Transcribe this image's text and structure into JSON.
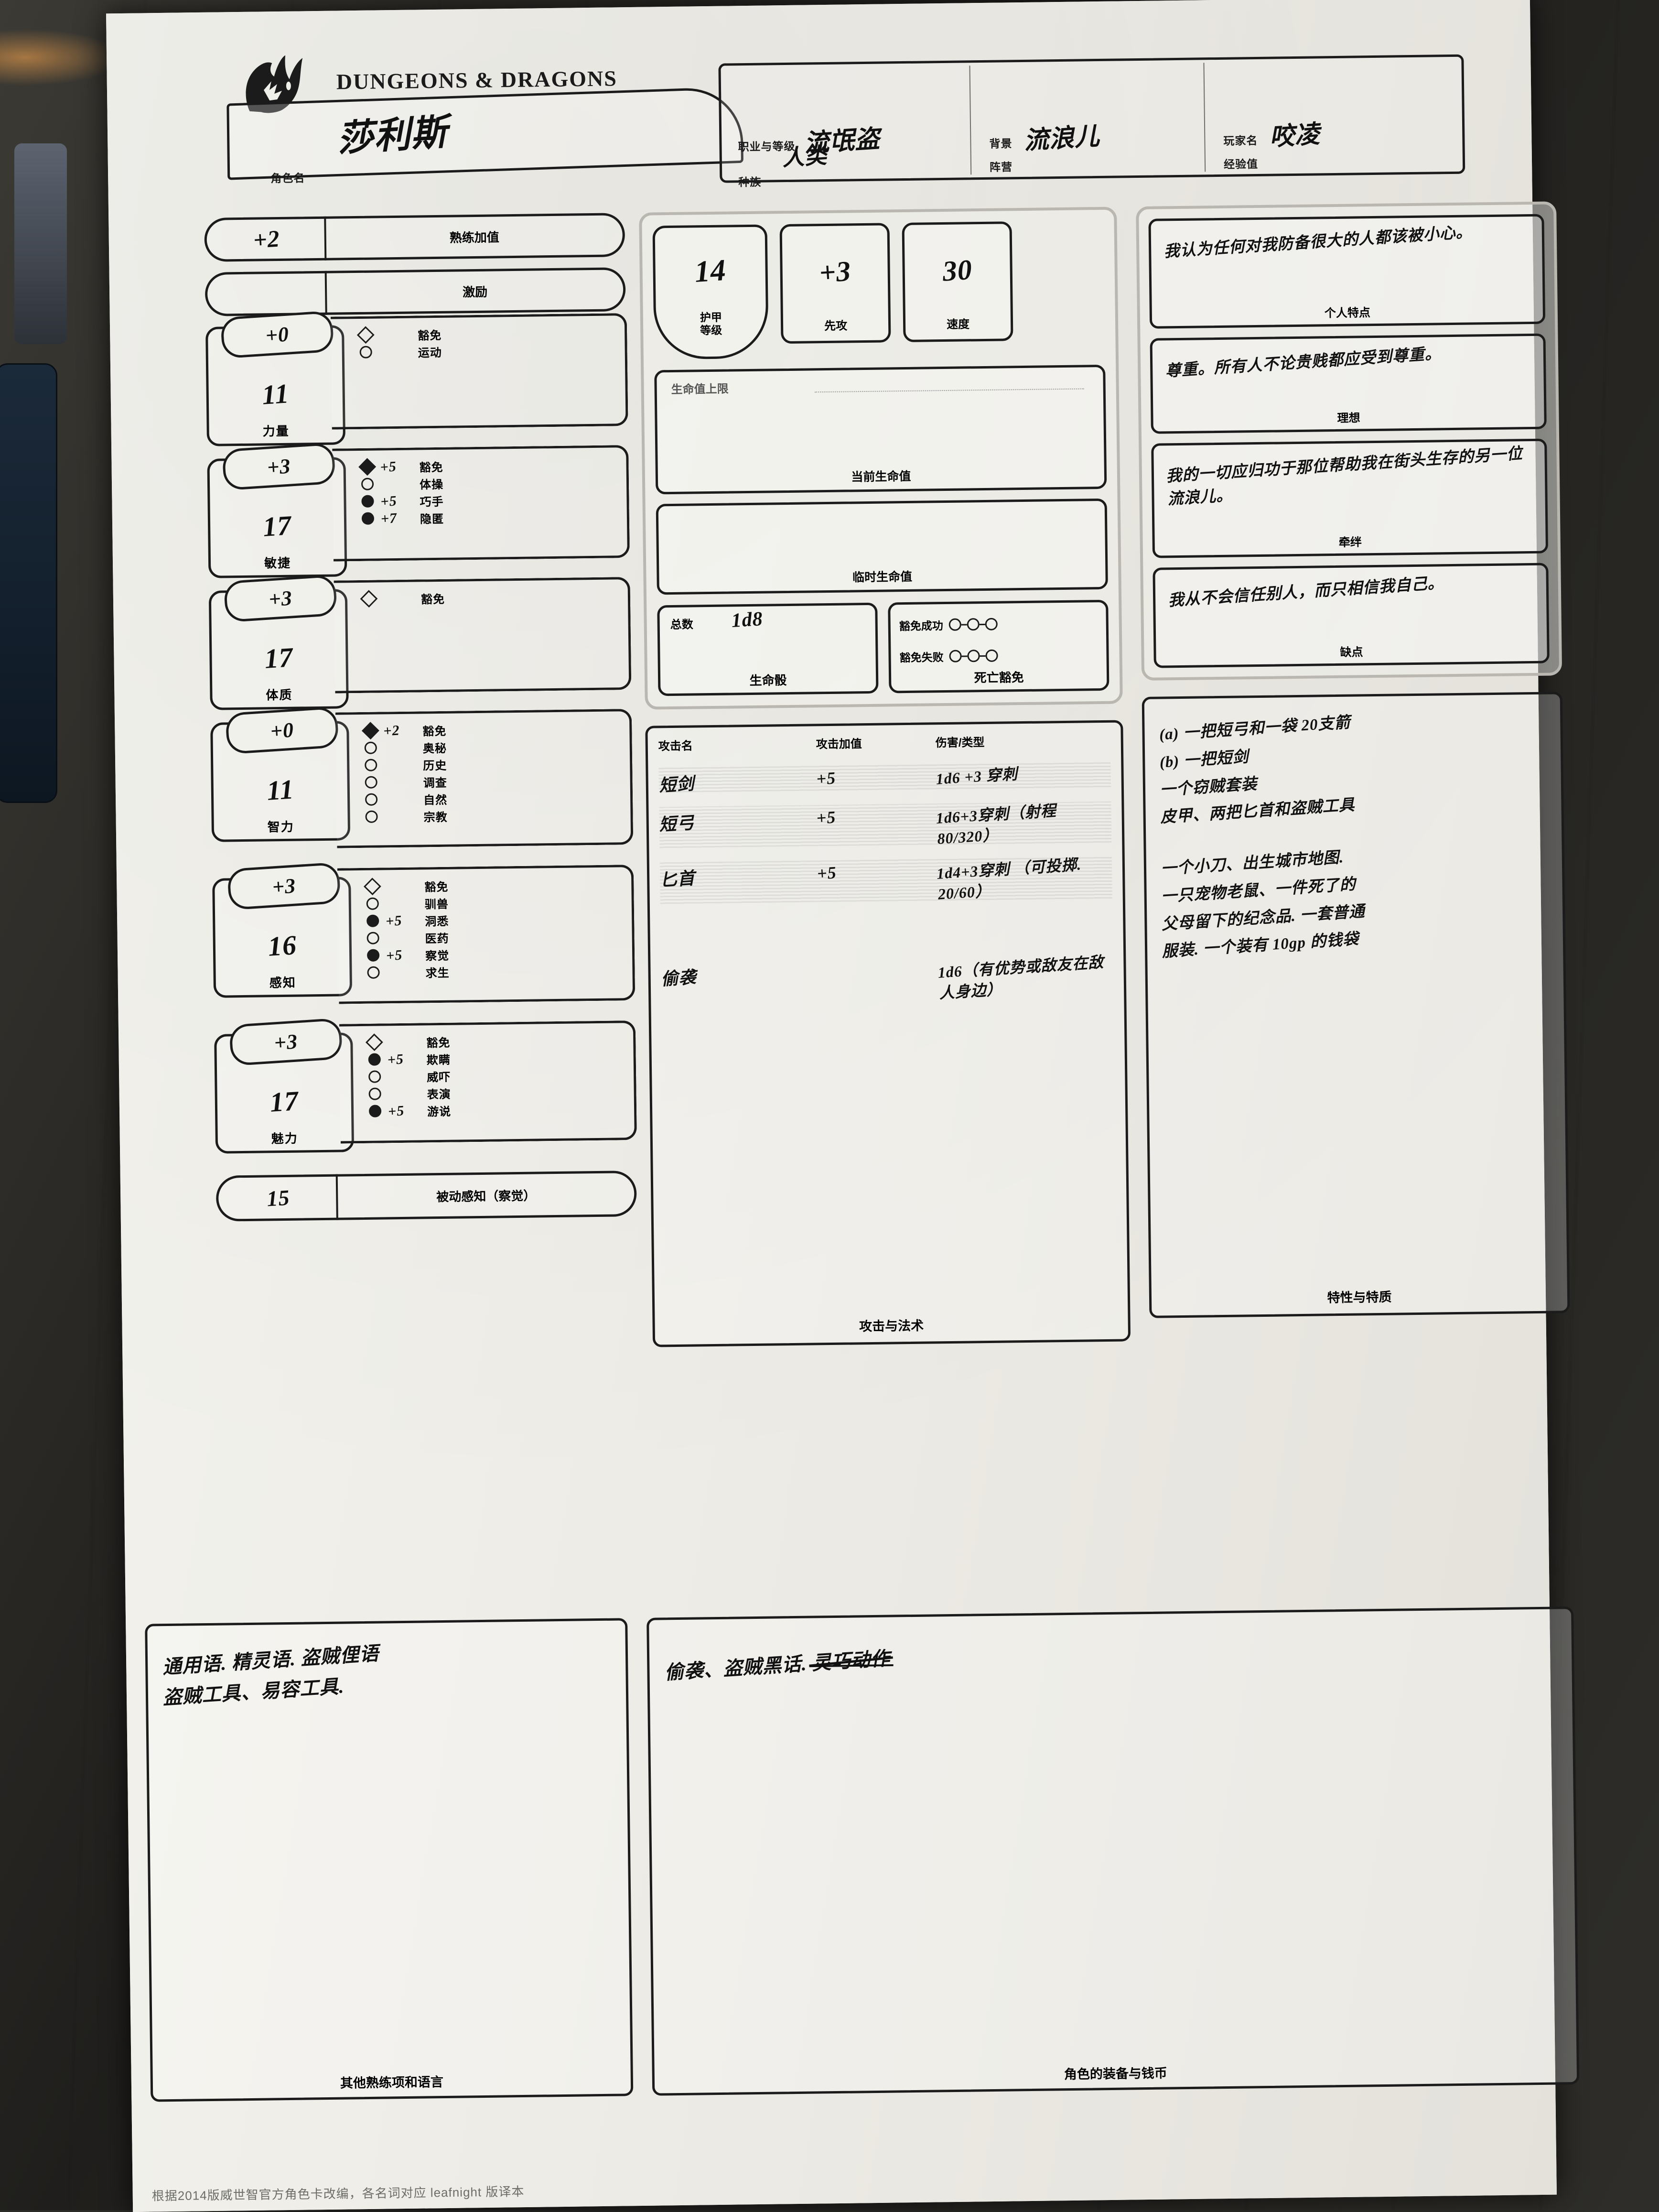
{
  "brand": {
    "logo_text": "DUNGEONS & DRAGONS",
    "dragon_icon": "dragon-ampersand-icon"
  },
  "header": {
    "character_name": "莎利斯",
    "character_name_label": "角色名",
    "fields": [
      {
        "label": "职业与等级",
        "value": "流氓盗"
      },
      {
        "label": "背景",
        "value": "流浪儿"
      },
      {
        "label": "玩家名",
        "value": "咬凌"
      },
      {
        "label": "种族",
        "value": "人类"
      },
      {
        "label": "阵营",
        "value": ""
      },
      {
        "label": "经验值",
        "value": ""
      }
    ]
  },
  "left_column": {
    "proficiency_bonus": {
      "label": "熟练加值",
      "value": "+2"
    },
    "inspiration": {
      "label": "激励",
      "value": ""
    },
    "abilities": [
      {
        "name": "力量",
        "modifier": "+0",
        "score": "11",
        "skills": [
          {
            "label": "豁免",
            "value": "",
            "mark": "diamond",
            "filled": false
          },
          {
            "label": "运动",
            "value": "",
            "mark": "circle",
            "filled": false
          }
        ]
      },
      {
        "name": "敏捷",
        "modifier": "+3",
        "score": "17",
        "skills": [
          {
            "label": "豁免",
            "value": "+5",
            "mark": "diamond",
            "filled": true
          },
          {
            "label": "体操",
            "value": "",
            "mark": "circle",
            "filled": false
          },
          {
            "label": "巧手",
            "value": "+5",
            "mark": "circle",
            "filled": true
          },
          {
            "label": "隐匿",
            "value": "+7",
            "mark": "circle",
            "filled": true
          }
        ]
      },
      {
        "name": "体质",
        "modifier": "+3",
        "score": "17",
        "skills": [
          {
            "label": "豁免",
            "value": "",
            "mark": "diamond",
            "filled": false
          }
        ]
      },
      {
        "name": "智力",
        "modifier": "+0",
        "score": "11",
        "skills": [
          {
            "label": "豁免",
            "value": "+2",
            "mark": "diamond",
            "filled": true
          },
          {
            "label": "奥秘",
            "value": "",
            "mark": "circle",
            "filled": false
          },
          {
            "label": "历史",
            "value": "",
            "mark": "circle",
            "filled": false
          },
          {
            "label": "调查",
            "value": "",
            "mark": "circle",
            "filled": false
          },
          {
            "label": "自然",
            "value": "",
            "mark": "circle",
            "filled": false
          },
          {
            "label": "宗教",
            "value": "",
            "mark": "circle",
            "filled": false
          }
        ]
      },
      {
        "name": "感知",
        "modifier": "+3",
        "score": "16",
        "skills": [
          {
            "label": "豁免",
            "value": "",
            "mark": "diamond",
            "filled": false
          },
          {
            "label": "驯兽",
            "value": "",
            "mark": "circle",
            "filled": false
          },
          {
            "label": "洞悉",
            "value": "+5",
            "mark": "circle",
            "filled": true
          },
          {
            "label": "医药",
            "value": "",
            "mark": "circle",
            "filled": false
          },
          {
            "label": "察觉",
            "value": "+5",
            "mark": "circle",
            "filled": true
          },
          {
            "label": "求生",
            "value": "",
            "mark": "circle",
            "filled": false
          }
        ]
      },
      {
        "name": "魅力",
        "modifier": "+3",
        "score": "17",
        "skills": [
          {
            "label": "豁免",
            "value": "",
            "mark": "diamond",
            "filled": false
          },
          {
            "label": "欺瞒",
            "value": "+5",
            "mark": "circle",
            "filled": true
          },
          {
            "label": "威吓",
            "value": "",
            "mark": "circle",
            "filled": false
          },
          {
            "label": "表演",
            "value": "",
            "mark": "circle",
            "filled": false
          },
          {
            "label": "游说",
            "value": "+5",
            "mark": "circle",
            "filled": true
          }
        ]
      }
    ],
    "passive_perception": {
      "label": "被动感知（察觉）",
      "value": "15"
    }
  },
  "middle_column": {
    "armor_class": {
      "value": "14",
      "label": "护甲\n等级",
      "label_line1": "护甲",
      "label_line2": "等级"
    },
    "initiative": {
      "value": "+3",
      "label": "先攻"
    },
    "speed": {
      "value": "30",
      "label": "速度"
    },
    "hp_max": {
      "label": "生命值上限",
      "value": ""
    },
    "hp_current": {
      "label": "当前生命值",
      "value": ""
    },
    "hp_temp": {
      "label": "临时生命值",
      "value": ""
    },
    "hit_dice": {
      "total_label": "总数",
      "total_value": "1d8",
      "label": "生命骰"
    },
    "death_saves": {
      "label": "死亡豁免",
      "success_label": "豁免成功",
      "failure_label": "豁免失败",
      "successes": 0,
      "failures": 0
    },
    "attacks": {
      "headers": [
        "攻击名",
        "攻击加值",
        "伤害/类型"
      ],
      "rows": [
        {
          "name": "短剑",
          "bonus": "+5",
          "damage": "1d6 +3 穿刺"
        },
        {
          "name": "短弓",
          "bonus": "+5",
          "damage": "1d6+3穿刺（射程 80/320）"
        },
        {
          "name": "匕首",
          "bonus": "+5",
          "damage": "1d4+3穿刺 （可投掷. 20/60）"
        },
        {
          "name": "偷袭",
          "bonus": "",
          "damage": "1d6（有优势或敌友在敌人身边）"
        }
      ],
      "caption": "攻击与法术"
    }
  },
  "right_column": {
    "personality": {
      "text": "我认为任何对我防备很大的人都该被小心。",
      "label": "个人特点"
    },
    "ideals": {
      "text": "尊重。所有人不论贵贱都应受到尊重。",
      "label": "理想"
    },
    "bonds": {
      "text": "我的一切应归功于那位帮助我在街头生存的另一位流浪儿。",
      "label": "牵绊"
    },
    "flaws": {
      "text": "我从不会信任别人，而只相信我自己。",
      "label": "缺点"
    },
    "features": {
      "lines": [
        "(a) 一把短弓和一袋 20支箭",
        "(b) 一把短剑",
        "一个窃贼套装",
        "皮甲、两把匕首和盗贼工具",
        "一个小刀、出生城市地图.",
        "一只宠物老鼠、一件死了的",
        "父母留下的纪念品. 一套普通",
        "服装. 一个装有 10gp 的钱袋"
      ],
      "caption": "特性与特质"
    }
  },
  "bottom": {
    "proficiencies": {
      "lines": [
        "通用语. 精灵语. 盗贼俚语",
        "盗贼工具、易容工具."
      ],
      "caption": "其他熟练项和语言"
    },
    "equipment": {
      "text": "偷袭、盗贼黑话.",
      "struck_text": "灵巧动作",
      "caption": "角色的装备与钱币"
    }
  },
  "footer": {
    "note": "根据2014版威世智官方角色卡改编，各名词对应 leafnight 版译本"
  }
}
